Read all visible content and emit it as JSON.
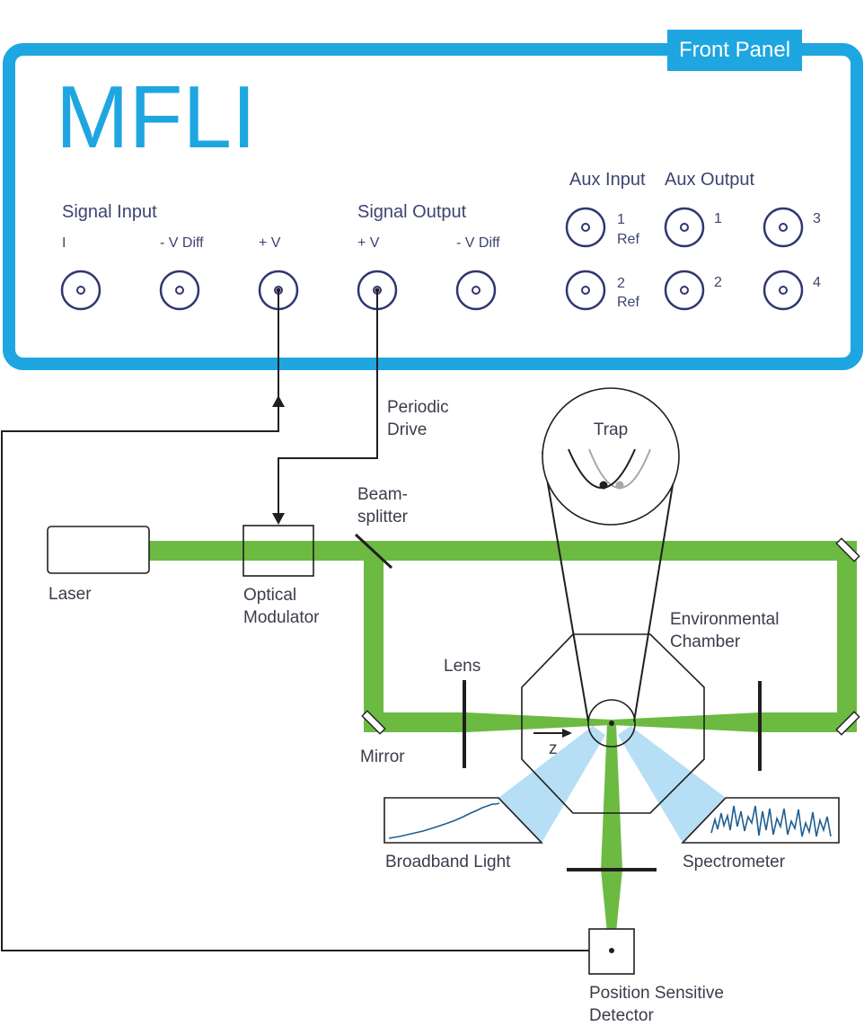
{
  "front_panel": {
    "tab_label": "Front Panel",
    "title": "MFLI",
    "accent_color": "#1ea6e0",
    "signal_input": {
      "heading": "Signal Input",
      "ports": [
        "I",
        "- V Diff",
        "+ V"
      ]
    },
    "signal_output": {
      "heading": "Signal Output",
      "ports": [
        "+ V",
        "- V Diff"
      ]
    },
    "aux_input": {
      "heading": "Aux Input",
      "ports": [
        {
          "number": "1",
          "sub": "Ref"
        },
        {
          "number": "2",
          "sub": "Ref"
        }
      ]
    },
    "aux_output": {
      "heading": "Aux Output",
      "ports": [
        "1",
        "2",
        "3",
        "4"
      ]
    }
  },
  "setup": {
    "beam_color": "#6cba42",
    "light_color": "#b6def4",
    "labels": {
      "periodic_drive": [
        "Periodic",
        "Drive"
      ],
      "beamsplitter": [
        "Beam-",
        "splitter"
      ],
      "laser": "Laser",
      "optical_modulator": [
        "Optical",
        "Modulator"
      ],
      "trap": "Trap",
      "environmental_chamber": [
        "Environmental",
        "Chamber"
      ],
      "lens": "Lens",
      "mirror": "Mirror",
      "z_axis": "z",
      "broadband_light": "Broadband Light",
      "spectrometer": "Spectrometer",
      "position_sensitive_detector": [
        "Position Sensitive",
        "Detector"
      ]
    }
  }
}
